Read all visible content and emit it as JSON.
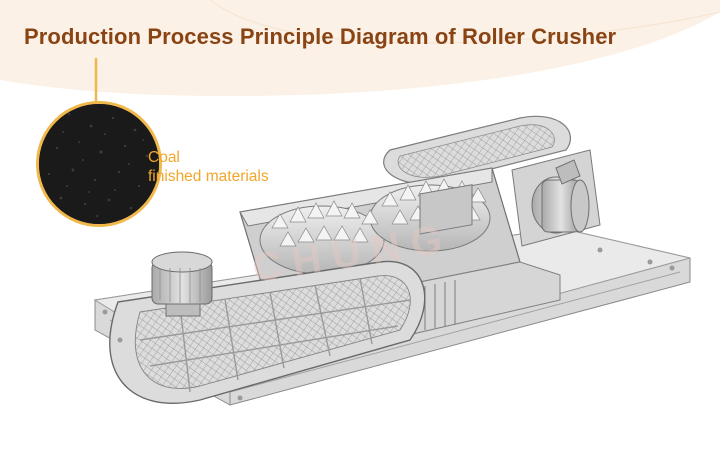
{
  "diagram": {
    "title": "Production Process Principle Diagram of Roller Crusher",
    "callout": {
      "line1": "Coal",
      "line2": "finished materials"
    },
    "colors": {
      "title": "#8a4414",
      "accent": "#f0b84a",
      "label": "#f2a62a",
      "header_bg": "#fbf1e6"
    }
  }
}
